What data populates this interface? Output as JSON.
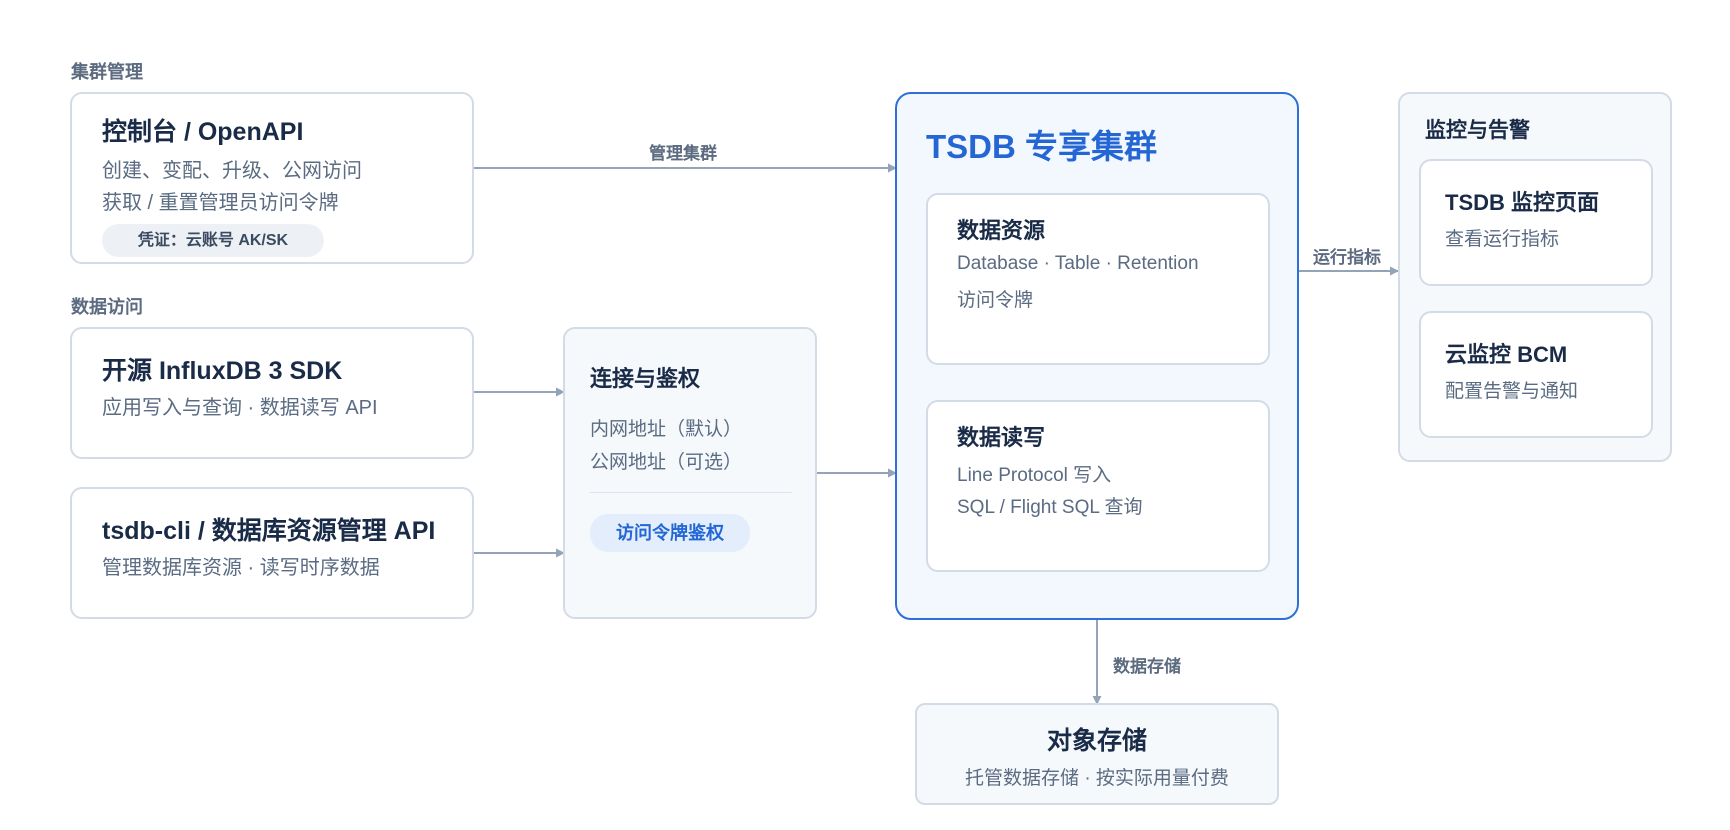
{
  "groups": {
    "cluster_mgmt": "集群管理",
    "data_access": "数据访问"
  },
  "console": {
    "title": "控制台 / OpenAPI",
    "line1": "创建、变配、升级、公网访问",
    "line2": "获取 / 重置管理员访问令牌",
    "credential": "凭证：云账号 AK/SK"
  },
  "sdk": {
    "title": "开源 InfluxDB 3 SDK",
    "line1": "应用写入与查询 · 数据读写 API"
  },
  "cli": {
    "title": "tsdb-cli / 数据库资源管理 API",
    "line1": "管理数据库资源 · 读写时序数据"
  },
  "auth": {
    "title": "连接与鉴权",
    "line1": "内网地址（默认）",
    "line2": "公网地址（可选）",
    "token_badge": "访问令牌鉴权"
  },
  "cluster": {
    "title": "TSDB 专享集群",
    "resources": {
      "title": "数据资源",
      "line1": "Database · Table · Retention",
      "line2": "访问令牌"
    },
    "readwrite": {
      "title": "数据读写",
      "line1": "Line Protocol 写入",
      "line2": "SQL / Flight SQL 查询"
    }
  },
  "monitoring": {
    "title": "监控与告警",
    "tsdb_page": {
      "title": "TSDB 监控页面",
      "line1": "查看运行指标"
    },
    "bcm": {
      "title": "云监控 BCM",
      "line1": "配置告警与通知"
    }
  },
  "storage": {
    "title": "对象存储",
    "line1": "托管数据存储 · 按实际用量付费"
  },
  "edges": {
    "manage_cluster": "管理集群",
    "runtime_metrics": "运行指标",
    "data_storage": "数据存储"
  },
  "colors": {
    "accent": "#2e6fd9",
    "arrow": "#93a3b8",
    "border": "#d3dbe6"
  }
}
